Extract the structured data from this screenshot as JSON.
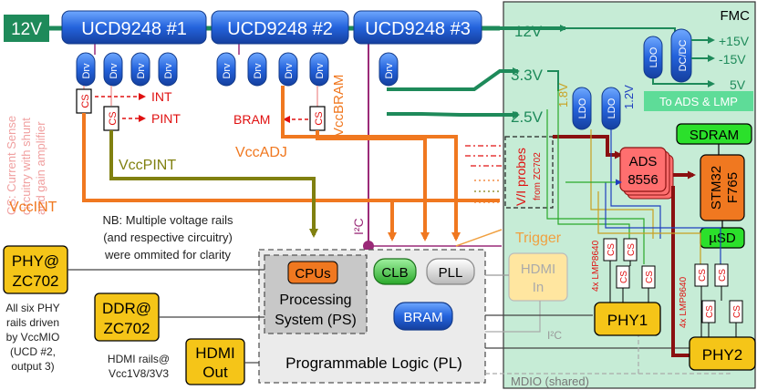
{
  "power_input": "12V",
  "ucds": [
    "UCD9248 #1",
    "UCD9248 #2",
    "UCD9248 #3"
  ],
  "drv": "Drv",
  "cs": "CS",
  "signals": {
    "int": "INT",
    "pint": "PINT",
    "bram": "BRAM",
    "vccbram": "VccBRAM",
    "vccadj": "VccADJ",
    "vccpint": "VccPINT",
    "vccint": "VccINT",
    "trigger": "Trigger",
    "i2c_main": "I²C",
    "i2c_hdmi": "I²C",
    "mdio": "MDIO (shared)"
  },
  "cs_note": [
    "CS: Current Sense",
    "circuitry with shunt",
    "and gain amplifier"
  ],
  "nb_note": [
    "NB: Multiple voltage rails",
    "(and respective circuitry)",
    "were ommited for clarity"
  ],
  "fmc": {
    "title": "FMC",
    "v12": "12V",
    "v33": "3.3V",
    "v25": "2.5V",
    "v18": "1.8V",
    "v12b": "1.2V",
    "ldo": "LDO",
    "dcdc": "DC/DC",
    "plus15": "+15V",
    "minus15": "-15V",
    "v5": "5V",
    "to_ads": "To ADS & LMP",
    "sdram": "SDRAM",
    "stm32": [
      "STM32",
      "F765"
    ],
    "usd": "µSD",
    "ads": [
      "ADS",
      "8556"
    ],
    "probes": [
      "V/I probes",
      "from ZC702"
    ],
    "phy1": "PHY1",
    "phy2": "PHY2",
    "lmp": "4x LMP8640"
  },
  "fpga": {
    "ps": [
      "Processing",
      "System (PS)"
    ],
    "pl": "Programmable Logic (PL)",
    "cpus": "CPUs",
    "clb": "CLB",
    "pll": "PLL",
    "bram": "BRAM",
    "hdmi_in": [
      "HDMI",
      "In"
    ]
  },
  "left": {
    "phy": [
      "PHY@",
      "ZC702"
    ],
    "ddr": [
      "DDR@",
      "ZC702"
    ],
    "hdmi_out": [
      "HDMI",
      "Out"
    ],
    "phy_note": [
      "All six PHY",
      "rails driven",
      "by VccMIO",
      "(UCD #2,",
      "output 3)"
    ],
    "hdmi_note": [
      "HDMI rails@",
      "Vcc1V8/3V3"
    ]
  },
  "colors": {
    "ucd_blue": "#1f5fd6",
    "fmc_green": "#c6ecd6",
    "power_green": "#1e8a5a",
    "orange": "#f07820",
    "olive": "#808010",
    "red": "#e01010",
    "darkred": "#8a1010",
    "yellow": "#f5c518",
    "pink": "#f0a0a0"
  }
}
